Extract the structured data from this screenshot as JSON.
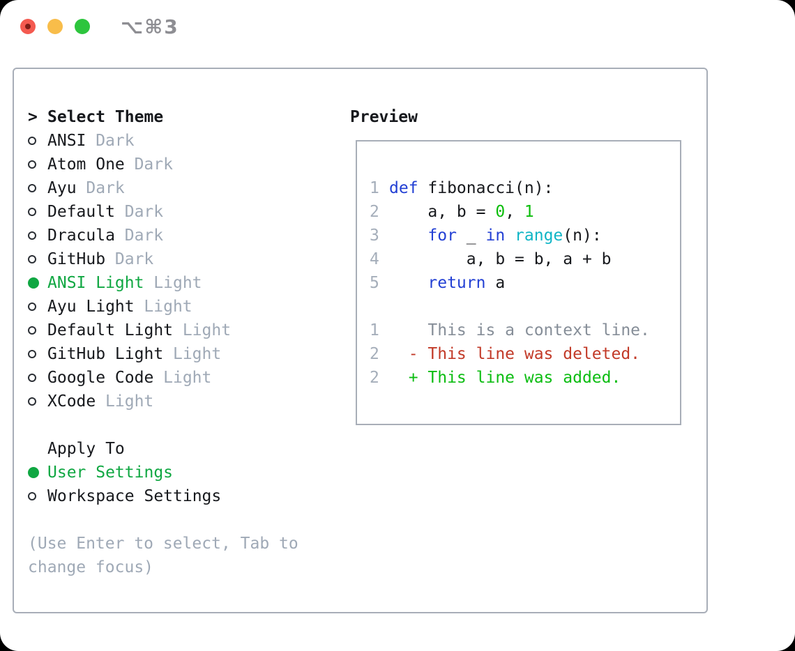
{
  "window": {
    "title": "⌥⌘3",
    "buttons": {
      "close": "close",
      "minimize": "minimize",
      "zoom": "zoom"
    }
  },
  "theme_list": {
    "header": "Select Theme",
    "prompt": ">",
    "items": [
      {
        "id": "ansi-dark",
        "name": "ANSI",
        "variant": "Dark",
        "selected": false
      },
      {
        "id": "atom-one-dark",
        "name": "Atom One",
        "variant": "Dark",
        "selected": false
      },
      {
        "id": "ayu-dark",
        "name": "Ayu",
        "variant": "Dark",
        "selected": false
      },
      {
        "id": "default-dark",
        "name": "Default",
        "variant": "Dark",
        "selected": false
      },
      {
        "id": "dracula-dark",
        "name": "Dracula",
        "variant": "Dark",
        "selected": false
      },
      {
        "id": "github-dark",
        "name": "GitHub",
        "variant": "Dark",
        "selected": false
      },
      {
        "id": "ansi-light",
        "name": "ANSI Light",
        "variant": "Light",
        "selected": true
      },
      {
        "id": "ayu-light",
        "name": "Ayu Light",
        "variant": "Light",
        "selected": false
      },
      {
        "id": "default-light",
        "name": "Default Light",
        "variant": "Light",
        "selected": false
      },
      {
        "id": "github-light",
        "name": "GitHub Light",
        "variant": "Light",
        "selected": false
      },
      {
        "id": "google-code",
        "name": "Google Code",
        "variant": "Light",
        "selected": false
      },
      {
        "id": "xcode",
        "name": "XCode",
        "variant": "Light",
        "selected": false
      }
    ]
  },
  "apply_to": {
    "header": "Apply To",
    "options": [
      {
        "id": "user-settings",
        "label": "User Settings",
        "selected": true
      },
      {
        "id": "workspace-settings",
        "label": "Workspace Settings",
        "selected": false
      }
    ]
  },
  "hint_lines": [
    "(Use Enter to select, Tab to",
    "change focus)"
  ],
  "preview": {
    "header": "Preview",
    "lines": [
      {
        "num": "1",
        "segments": [
          {
            "t": "def",
            "c": "keyword"
          },
          {
            "t": " fibonacci(n):",
            "c": "code"
          }
        ]
      },
      {
        "num": "2",
        "segments": [
          {
            "t": "    a, b = ",
            "c": "code"
          },
          {
            "t": "0",
            "c": "number"
          },
          {
            "t": ", ",
            "c": "code"
          },
          {
            "t": "1",
            "c": "number"
          }
        ]
      },
      {
        "num": "3",
        "segments": [
          {
            "t": "    ",
            "c": "code"
          },
          {
            "t": "for",
            "c": "keyword"
          },
          {
            "t": " _ ",
            "c": "code"
          },
          {
            "t": "in",
            "c": "keyword"
          },
          {
            "t": " ",
            "c": "code"
          },
          {
            "t": "range",
            "c": "builtin"
          },
          {
            "t": "(n):",
            "c": "code"
          }
        ]
      },
      {
        "num": "4",
        "segments": [
          {
            "t": "        a, b = b, a + b",
            "c": "code"
          }
        ]
      },
      {
        "num": "5",
        "segments": [
          {
            "t": "    ",
            "c": "code"
          },
          {
            "t": "return",
            "c": "keyword"
          },
          {
            "t": " a",
            "c": "code"
          }
        ]
      },
      {
        "num": "",
        "segments": []
      },
      {
        "num": "1",
        "segments": [
          {
            "t": "    This is a context line.",
            "c": "context"
          }
        ]
      },
      {
        "num": "2",
        "segments": [
          {
            "t": "  - This line was deleted.",
            "c": "deleted"
          }
        ]
      },
      {
        "num": "2",
        "segments": [
          {
            "t": "  + This line was added.",
            "c": "added"
          }
        ]
      }
    ]
  },
  "colors": {
    "text_dark": "#17191d",
    "muted_gray": "#9fa9b6",
    "context_gray": "#868e98",
    "line_number_gray": "#a5aeba",
    "border_gray": "#a8aeb8",
    "accent_green": "#10a742",
    "keyword_blue": "#2340d4",
    "builtin_cyan": "#10b5c6",
    "number_green": "#0cbd0c",
    "added_green": "#0cbd12",
    "deleted_red": "#c23a28",
    "title_gray": "#8e8e93",
    "light_red": "#f45a50",
    "light_red_dot": "#7f1d17",
    "light_yellow": "#f8bd4a",
    "light_green": "#2dc53d"
  }
}
